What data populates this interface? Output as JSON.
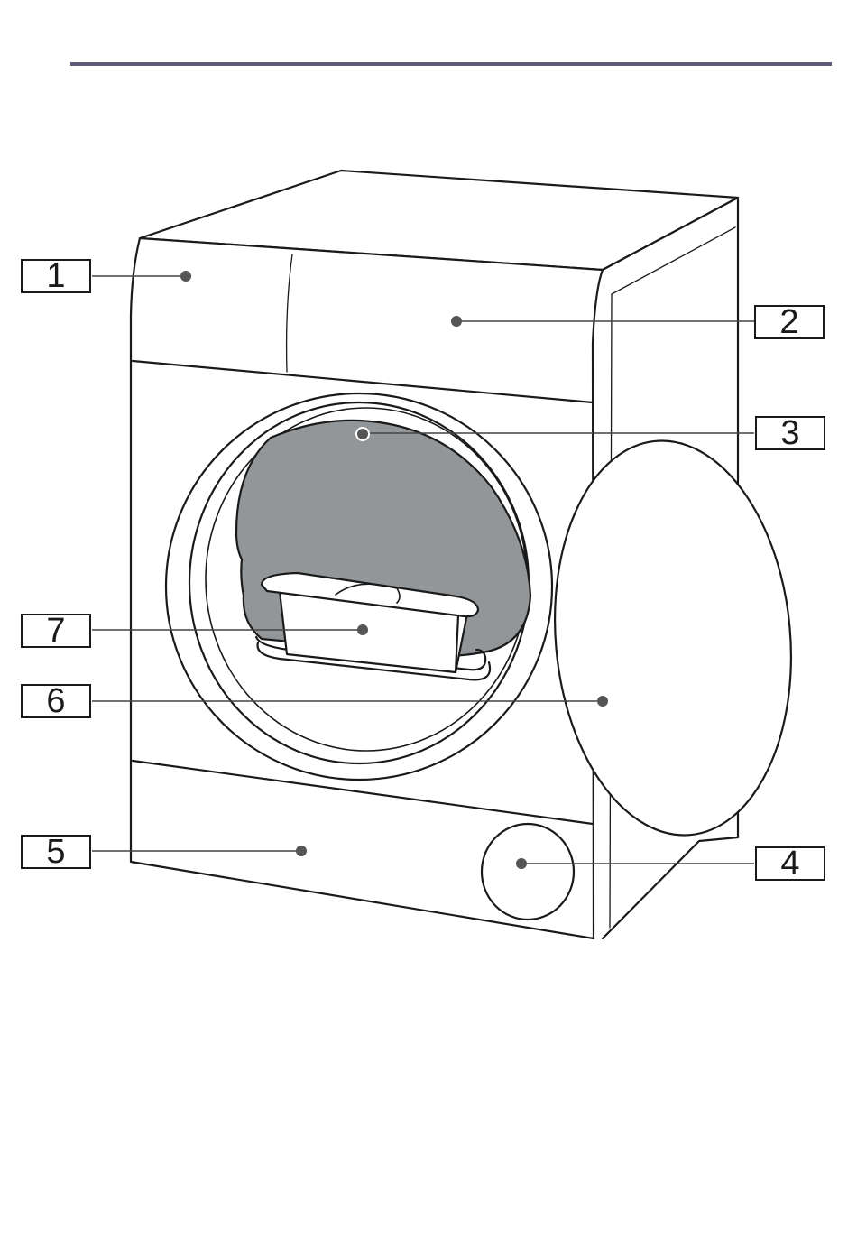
{
  "colors": {
    "rule": "#5d5a7c",
    "outline": "#1a1a1a",
    "drum_interior": "#929699",
    "leader": "#444444",
    "dot": "#555555"
  },
  "callouts": [
    {
      "id": "1",
      "label": "1"
    },
    {
      "id": "2",
      "label": "2"
    },
    {
      "id": "3",
      "label": "3"
    },
    {
      "id": "4",
      "label": "4"
    },
    {
      "id": "5",
      "label": "5"
    },
    {
      "id": "6",
      "label": "6"
    },
    {
      "id": "7",
      "label": "7"
    }
  ]
}
